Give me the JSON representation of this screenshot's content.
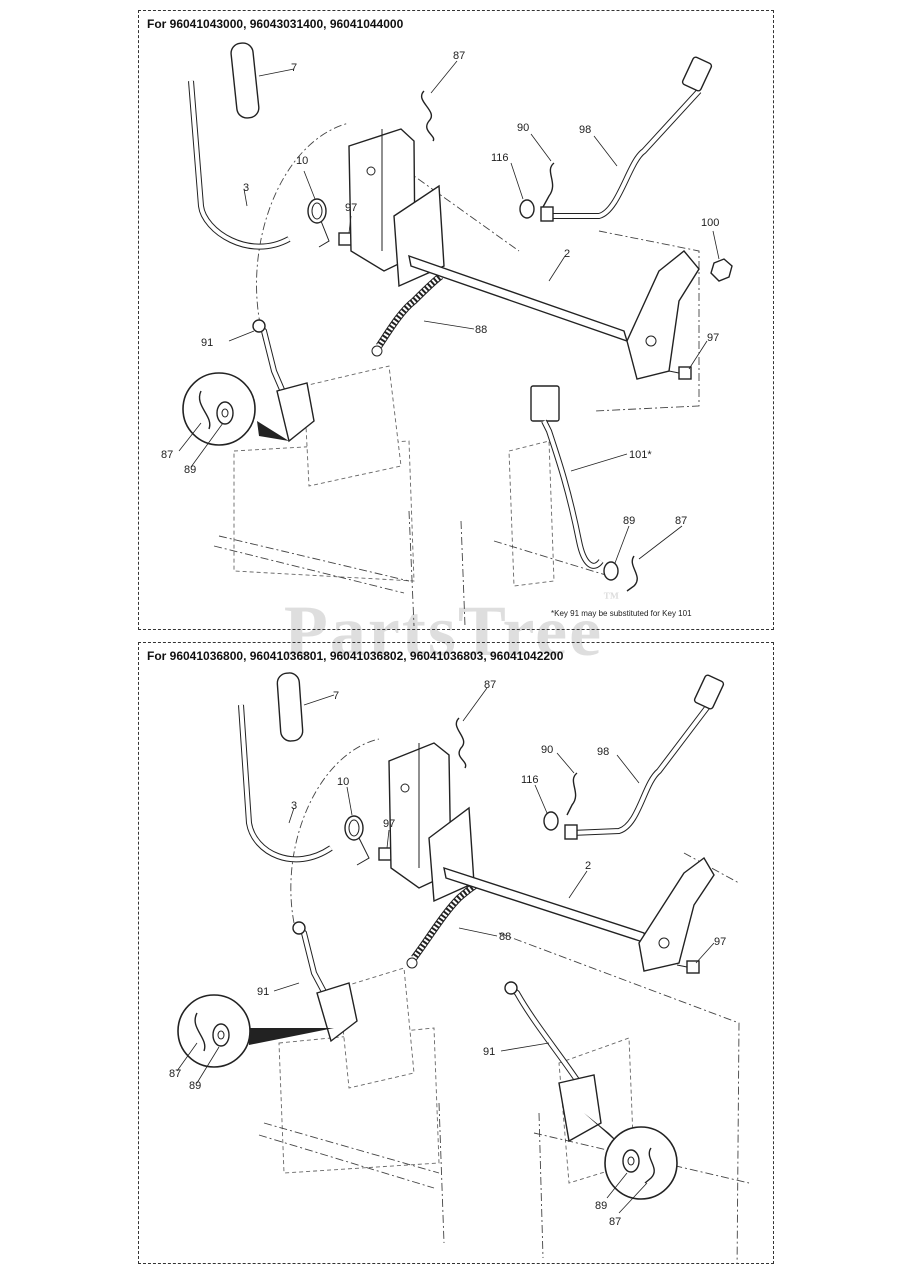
{
  "panels": [
    {
      "title": "For 96041043000, 96043031400, 96041044000",
      "footnote": "*Key 91 may be substituted for Key 101",
      "callouts": {
        "c7": "7",
        "c87a": "87",
        "c3": "3",
        "c10": "10",
        "c97a": "97",
        "c90": "90",
        "c98": "98",
        "c116": "116",
        "c100": "100",
        "c2": "2",
        "c88": "88",
        "c91": "91",
        "c97b": "97",
        "c87b": "87",
        "c89a": "89",
        "c101": "101*",
        "c89b": "89",
        "c87c": "87"
      }
    },
    {
      "title": "For 96041036800, 96041036801, 96041036802, 96041036803, 96041042200",
      "callouts": {
        "c7": "7",
        "c87a": "87",
        "c3": "3",
        "c10": "10",
        "c97a": "97",
        "c90": "90",
        "c98": "98",
        "c116": "116",
        "c2": "2",
        "c88": "88",
        "c97b": "97",
        "c91a": "91",
        "c87b": "87",
        "c89a": "89",
        "c91b": "91",
        "c89b": "89",
        "c87c": "87"
      }
    }
  ],
  "watermark": {
    "text": "PartsTree",
    "mark": "™"
  }
}
